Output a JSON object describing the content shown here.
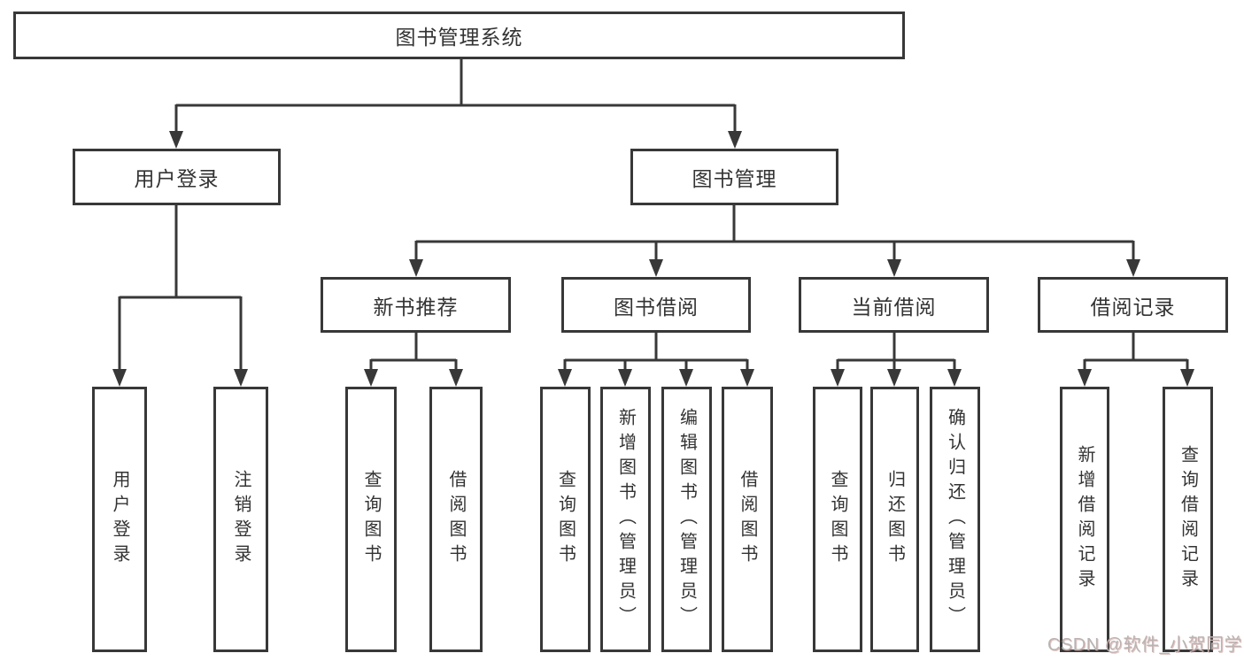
{
  "colors": {
    "line": "#383838",
    "box_border": "#383838",
    "box_fill": "#ffffff",
    "text": "#333333",
    "background": "#ffffff",
    "watermark": "#b5b5b5"
  },
  "watermark": "CSDN @软件_小贺同学",
  "nodes": {
    "root": "图书管理系统",
    "user_login_group": "用户登录",
    "book_mgmt_group": "图书管理",
    "user_login": "用户登录",
    "logout": "注销登录",
    "new_book_rec": "新书推荐",
    "book_borrow": "图书借阅",
    "current_borrow": "当前借阅",
    "borrow_records": "借阅记录",
    "nbr_query_book": "查询图书",
    "nbr_borrow_book": "借阅图书",
    "bb_query_book": "查询图书",
    "bb_add_book": "新增图书（管理员）",
    "bb_edit_book": "编辑图书（管理员）",
    "bb_borrow_book": "借阅图书",
    "cb_query_book": "查询图书",
    "cb_return_book": "归还图书",
    "cb_confirm_return": "确认归还（管理员）",
    "br_add_record": "新增借阅记录",
    "br_query_record": "查询借阅记录"
  },
  "tree": {
    "label": "图书管理系统",
    "children": [
      {
        "label": "用户登录",
        "children": [
          {
            "label": "用户登录"
          },
          {
            "label": "注销登录"
          }
        ]
      },
      {
        "label": "图书管理",
        "children": [
          {
            "label": "新书推荐",
            "children": [
              {
                "label": "查询图书"
              },
              {
                "label": "借阅图书"
              }
            ]
          },
          {
            "label": "图书借阅",
            "children": [
              {
                "label": "查询图书"
              },
              {
                "label": "新增图书（管理员）"
              },
              {
                "label": "编辑图书（管理员）"
              },
              {
                "label": "借阅图书"
              }
            ]
          },
          {
            "label": "当前借阅",
            "children": [
              {
                "label": "查询图书"
              },
              {
                "label": "归还图书"
              },
              {
                "label": "确认归还（管理员）"
              }
            ]
          },
          {
            "label": "借阅记录",
            "children": [
              {
                "label": "新增借阅记录"
              },
              {
                "label": "查询借阅记录"
              }
            ]
          }
        ]
      }
    ]
  }
}
